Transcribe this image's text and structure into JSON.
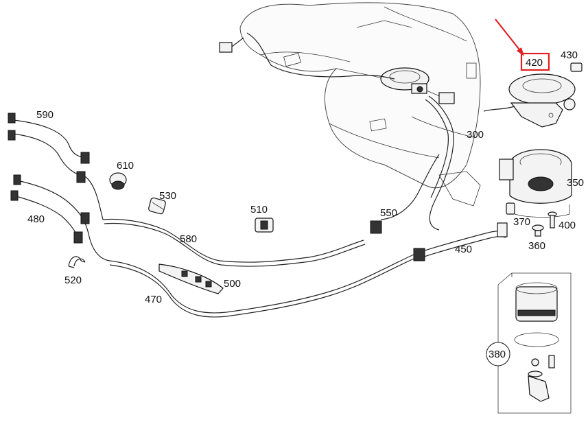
{
  "diagram": {
    "labels": {
      "p590": "590",
      "p610": "610",
      "p530": "530",
      "p480": "480",
      "p580": "580",
      "p510": "510",
      "p520": "520",
      "p470": "470",
      "p500": "500",
      "p550": "550",
      "p300": "300",
      "p420": "420",
      "p430": "430",
      "p350": "350",
      "p370": "370",
      "p400": "400",
      "p360": "360",
      "p450": "450",
      "p380": "380"
    },
    "highlight_color": "#e02020",
    "highlighted_part": "420"
  }
}
